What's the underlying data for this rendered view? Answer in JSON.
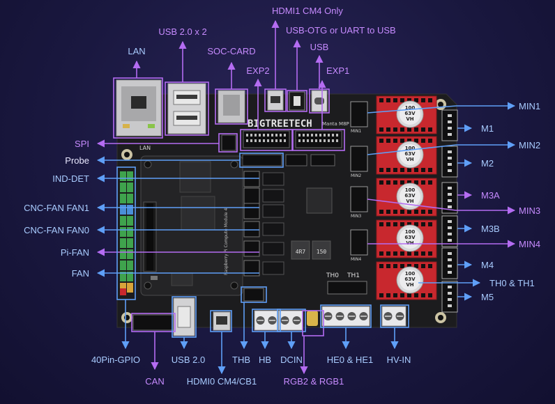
{
  "labels": {
    "lan": "LAN",
    "usb20x2": "USB 2.0 x 2",
    "soc_card": "SOC-CARD",
    "hdmi1": "HDMI1 CM4 Only",
    "usb_otg": "USB-OTG or UART to USB",
    "exp2": "EXP2",
    "usb": "USB",
    "exp1": "EXP1",
    "spi": "SPI",
    "probe": "Probe",
    "ind_det": "IND-DET",
    "cnc_fan1": "CNC-FAN FAN1",
    "cnc_fan0": "CNC-FAN FAN0",
    "pi_fan": "Pi-FAN",
    "fan": "FAN",
    "gpio40": "40Pin-GPIO",
    "can": "CAN",
    "usb20": "USB 2.0",
    "hdmi0": "HDMI0 CM4/CB1",
    "thb": "THB",
    "hb": "HB",
    "dcin": "DCIN",
    "rgb": "RGB2 & RGB1",
    "he": "HE0 & HE1",
    "hvin": "HV-IN",
    "min1": "MIN1",
    "m1": "M1",
    "min2": "MIN2",
    "m2": "M2",
    "m3a": "M3A",
    "min3": "MIN3",
    "m3b": "M3B",
    "min4": "MIN4",
    "m4": "M4",
    "th": "TH0 & TH1",
    "m5": "M5"
  },
  "board": {
    "brand": "BIGTREETECH",
    "model": "Manta M8P",
    "module_text": "Raspberry Pi Compute Module 4",
    "cap_text": [
      "100",
      "63V",
      "VH"
    ],
    "silk_lan": "LAN",
    "silk_th0": "TH0",
    "silk_th1": "TH1",
    "silk_min": [
      "MIN1",
      "MIN2",
      "MIN3",
      "MIN4"
    ],
    "inductor_1": "4R7",
    "inductor_2": "150"
  },
  "colors": {
    "purple": "#b46cf2",
    "blue": "#5f9ff7",
    "board": "#1c1c1e",
    "pcb_red": "#c8282e"
  }
}
